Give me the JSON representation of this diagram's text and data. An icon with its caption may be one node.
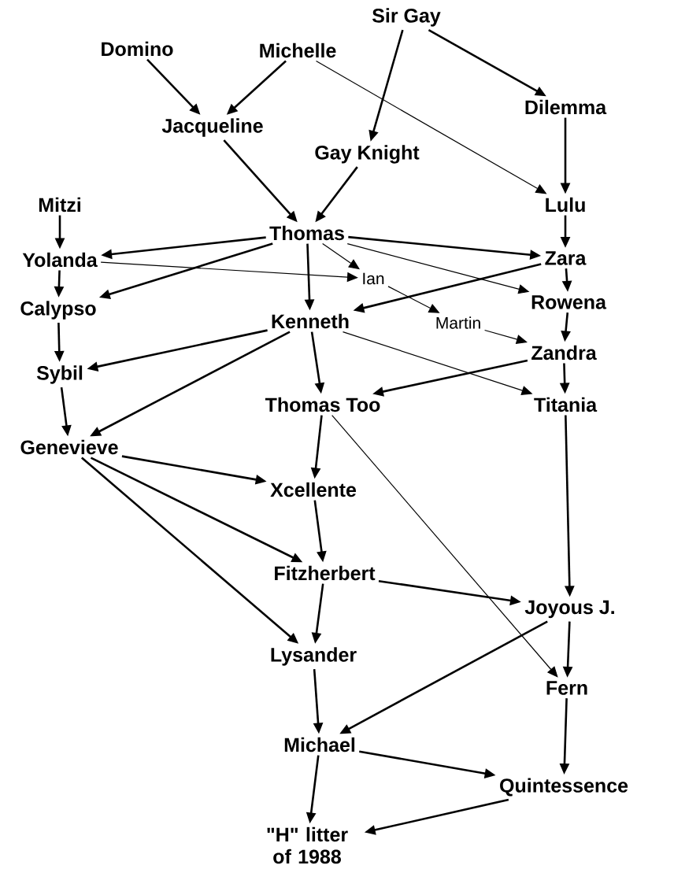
{
  "diagram": {
    "nodes": [
      {
        "text": [
          "Sir Gay"
        ]
      },
      {
        "text": [
          "Domino"
        ]
      },
      {
        "text": [
          "Michelle"
        ]
      },
      {
        "text": [
          "Dilemma"
        ]
      },
      {
        "text": [
          "Jacqueline"
        ]
      },
      {
        "text": [
          "Gay Knight"
        ]
      },
      {
        "text": [
          "Mitzi"
        ]
      },
      {
        "text": [
          "Lulu"
        ]
      },
      {
        "text": [
          "Thomas"
        ]
      },
      {
        "text": [
          "Yolanda"
        ]
      },
      {
        "text": [
          "Zara"
        ]
      },
      {
        "text": [
          "Ian"
        ]
      },
      {
        "text": [
          "Calypso"
        ]
      },
      {
        "text": [
          "Rowena"
        ]
      },
      {
        "text": [
          "Kenneth"
        ]
      },
      {
        "text": [
          "Martin"
        ]
      },
      {
        "text": [
          "Zandra"
        ]
      },
      {
        "text": [
          "Sybil"
        ]
      },
      {
        "text": [
          "Thomas Too"
        ]
      },
      {
        "text": [
          "Titania"
        ]
      },
      {
        "text": [
          "Genevieve"
        ]
      },
      {
        "text": [
          "Xcellente"
        ]
      },
      {
        "text": [
          "Fitzherbert"
        ]
      },
      {
        "text": [
          "Joyous J."
        ]
      },
      {
        "text": [
          "Lysander"
        ]
      },
      {
        "text": [
          "Fern"
        ]
      },
      {
        "text": [
          "Michael"
        ]
      },
      {
        "text": [
          "Quintessence"
        ]
      },
      {
        "text": [
          "\"H\" litter of 1988"
        ]
      }
    ],
    "edges": [
      {
        "from": 0,
        "to": 5,
        "arrow": "to"
      },
      {
        "from": 0,
        "to": 3,
        "arrow": "to"
      },
      {
        "from": 1,
        "to": 4,
        "arrow": "to"
      },
      {
        "from": 2,
        "to": 4,
        "arrow": "to"
      },
      {
        "from": 2,
        "to": 7,
        "arrow": "to"
      },
      {
        "from": 3,
        "to": 7,
        "arrow": "to"
      },
      {
        "from": 4,
        "to": 8,
        "arrow": "to"
      },
      {
        "from": 5,
        "to": 8,
        "arrow": "to"
      },
      {
        "from": 6,
        "to": 9,
        "arrow": "to"
      },
      {
        "from": 7,
        "to": 10,
        "arrow": "to"
      },
      {
        "from": 8,
        "to": 9,
        "arrow": "to"
      },
      {
        "from": 8,
        "to": 10,
        "arrow": "to"
      },
      {
        "from": 8,
        "to": 11,
        "arrow": "to"
      },
      {
        "from": 8,
        "to": 12,
        "arrow": "to"
      },
      {
        "from": 8,
        "to": 14,
        "arrow": "to"
      },
      {
        "from": 8,
        "to": 13,
        "arrow": "to"
      },
      {
        "from": 9,
        "to": 11,
        "arrow": "to"
      },
      {
        "from": 9,
        "to": 12,
        "arrow": "to"
      },
      {
        "from": 10,
        "to": 14,
        "arrow": "to"
      },
      {
        "from": 10,
        "to": 13,
        "arrow": "to"
      },
      {
        "from": 11,
        "to": 15,
        "arrow": "to"
      },
      {
        "from": 13,
        "to": 16,
        "arrow": "to"
      },
      {
        "from": 15,
        "to": 16,
        "arrow": "to"
      },
      {
        "from": 12,
        "to": 17,
        "arrow": "to"
      },
      {
        "from": 14,
        "to": 17,
        "arrow": "to"
      },
      {
        "from": 14,
        "to": 20,
        "arrow": "to"
      },
      {
        "from": 14,
        "to": 18,
        "arrow": "to"
      },
      {
        "from": 14,
        "to": 19,
        "arrow": "to"
      },
      {
        "from": 16,
        "to": 18,
        "arrow": "to"
      },
      {
        "from": 16,
        "to": 19,
        "arrow": "to"
      },
      {
        "from": 17,
        "to": 20,
        "arrow": "to"
      },
      {
        "from": 20,
        "to": 21,
        "arrow": "to"
      },
      {
        "from": 20,
        "to": 22,
        "arrow": "to"
      },
      {
        "from": 20,
        "to": 24,
        "arrow": "to"
      },
      {
        "from": 18,
        "to": 21,
        "arrow": "to"
      },
      {
        "from": 18,
        "to": 25,
        "arrow": "to"
      },
      {
        "from": 19,
        "to": 23,
        "arrow": "to"
      },
      {
        "from": 21,
        "to": 22,
        "arrow": "to"
      },
      {
        "from": 22,
        "to": 23,
        "arrow": "to"
      },
      {
        "from": 22,
        "to": 24,
        "arrow": "to"
      },
      {
        "from": 23,
        "to": 26,
        "arrow": "to"
      },
      {
        "from": 23,
        "to": 25,
        "arrow": "to"
      },
      {
        "from": 24,
        "to": 26,
        "arrow": "to"
      },
      {
        "from": 25,
        "to": 27,
        "arrow": "to"
      },
      {
        "from": 26,
        "to": 27,
        "arrow": "to"
      },
      {
        "from": 26,
        "to": 28,
        "arrow": "to"
      },
      {
        "from": 27,
        "to": 28,
        "arrow": "to"
      }
    ]
  }
}
